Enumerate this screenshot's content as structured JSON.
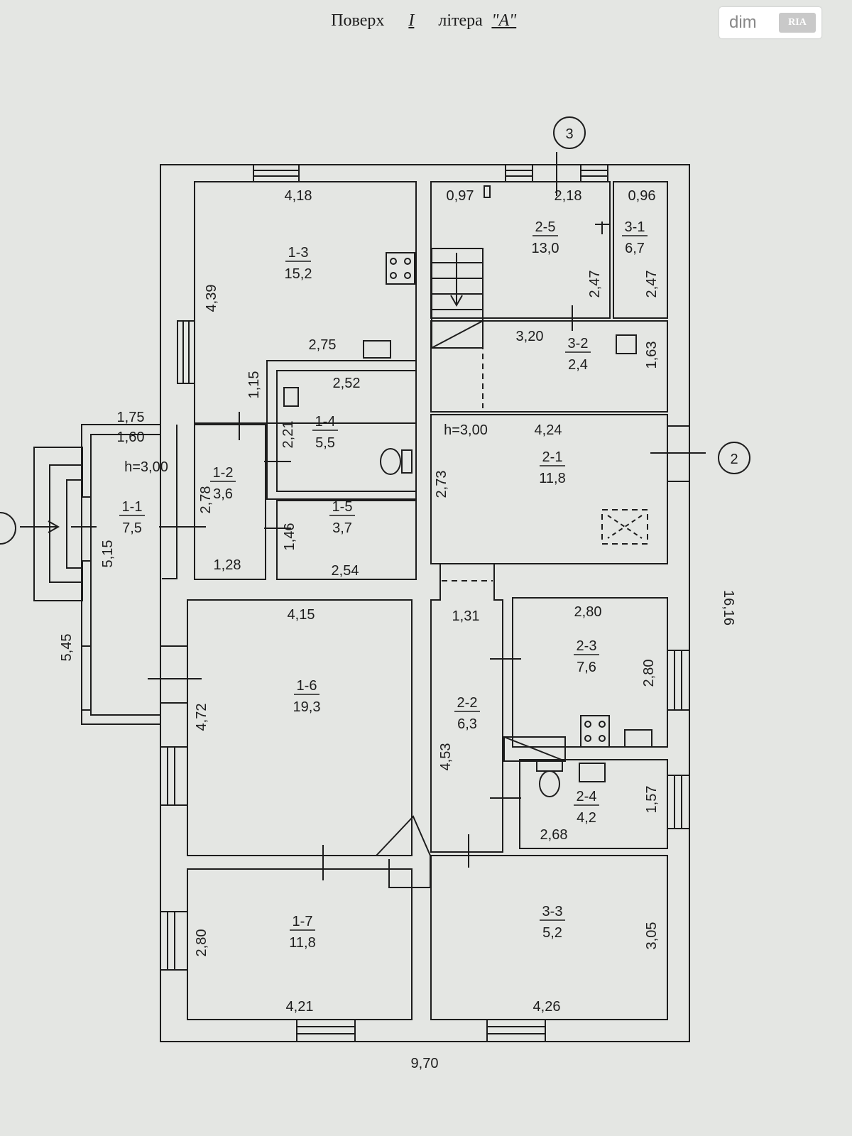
{
  "header": {
    "prefix": "Поверх",
    "floor": "I",
    "letter_label": "літера",
    "letter": "\"A\""
  },
  "logo": {
    "text": "dim",
    "badge": "RIA"
  },
  "overall": {
    "width": "9,70",
    "length": "16,16",
    "ext_length": "5,45"
  },
  "axes": {
    "a3": "3",
    "a2": "2"
  },
  "rooms": [
    {
      "id": "1-1",
      "area": "7,5"
    },
    {
      "id": "1-2",
      "area": "3,6"
    },
    {
      "id": "1-3",
      "area": "15,2"
    },
    {
      "id": "1-4",
      "area": "5,5"
    },
    {
      "id": "1-5",
      "area": "3,7"
    },
    {
      "id": "1-6",
      "area": "19,3"
    },
    {
      "id": "1-7",
      "area": "11,8"
    },
    {
      "id": "2-1",
      "area": "11,8"
    },
    {
      "id": "2-2",
      "area": "6,3"
    },
    {
      "id": "2-3",
      "area": "7,6"
    },
    {
      "id": "2-4",
      "area": "4,2"
    },
    {
      "id": "2-5",
      "area": "13,0"
    },
    {
      "id": "3-1",
      "area": "6,7"
    },
    {
      "id": "3-2",
      "area": "2,4"
    },
    {
      "id": "3-3",
      "area": "5,2"
    }
  ],
  "dims": [
    "4,18",
    "4,39",
    "2,75",
    "1,15",
    "2,52",
    "2,21",
    "1,75",
    "1,60",
    "h=3,00",
    "2,78",
    "1,28",
    "1,46",
    "2,54",
    "5,15",
    "4,15",
    "4,72",
    "4,21",
    "2,80",
    "0,97",
    "2,18",
    "0,96",
    "2,47",
    "2,47",
    "3,20",
    "1,63",
    "h=3,00",
    "4,24",
    "2,73",
    "1,31",
    "2,80",
    "2,80",
    "4,53",
    "2,68",
    "1,57",
    "4,26",
    "3,05"
  ]
}
